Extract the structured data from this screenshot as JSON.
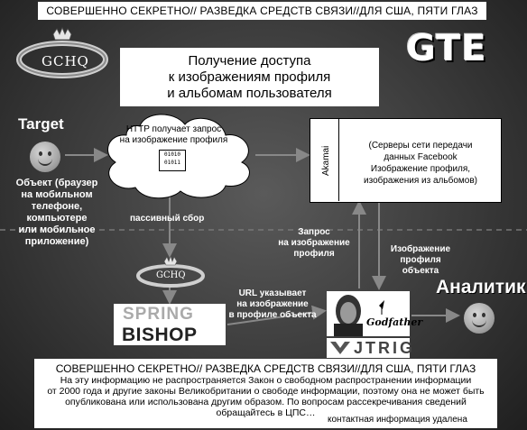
{
  "header": {
    "classification": "СОВЕРШЕННО СЕКРЕТНО// РАЗВЕДКА СРЕДСТВ СВЯЗИ//ДЛЯ США, ПЯТИ ГЛАЗ",
    "title_lines": [
      "Получение доступа",
      "к изображениям профиля",
      "и альбомам пользователя"
    ]
  },
  "logos": {
    "gchq": "GCHQ",
    "gte": "GTE",
    "gchq_small": "GCHQ",
    "spring_top": "SPRING",
    "spring_bottom": "BISHOP",
    "godfather": "Godfather",
    "jtrig": "JTRIG"
  },
  "target": {
    "label": "Target",
    "object_text": [
      "Объект (браузер",
      "на мобильном",
      "телефоне,",
      "компьютере",
      "или мобильное",
      "приложение)"
    ]
  },
  "cloud": {
    "text": [
      "HTTP получает запрос",
      "на изображение профиля"
    ],
    "binary": [
      "01010",
      "01011"
    ]
  },
  "akamai": {
    "label": "Akamai",
    "text": [
      "(Серверы сети передачи",
      "данных Facebook",
      "Изображение профиля,",
      "изображения из альбомов)"
    ]
  },
  "flow_labels": {
    "passive": "пассивный сбор",
    "request": [
      "Запрос",
      "на изображение",
      "профиля"
    ],
    "image": [
      "Изображение",
      "профиля",
      "объекта"
    ],
    "url": [
      "URL указывает",
      "на изображение",
      "в профиле объекта"
    ]
  },
  "analyst": {
    "label": "Аналитик"
  },
  "footer": {
    "classification": "СОВЕРШЕННО СЕКРЕТНО// РАЗВЕДКА СРЕДСТВ СВЯЗИ//ДЛЯ США, ПЯТИ ГЛАЗ",
    "body": [
      "На эту информацию не распространяется Закон о свободном распространении информации",
      "от 2000 года и другие законы Великобритании о свободе информации, поэтому она не может быть",
      "опубликована или использована другим образом. По вопросам рассекречивания сведений",
      "обращайтесь в ЦПС…"
    ],
    "contact": "контактная информация удалена"
  },
  "colors": {
    "background": "#3a3a3a",
    "box": "#ffffff",
    "text_on_dark": "#ffffff"
  }
}
